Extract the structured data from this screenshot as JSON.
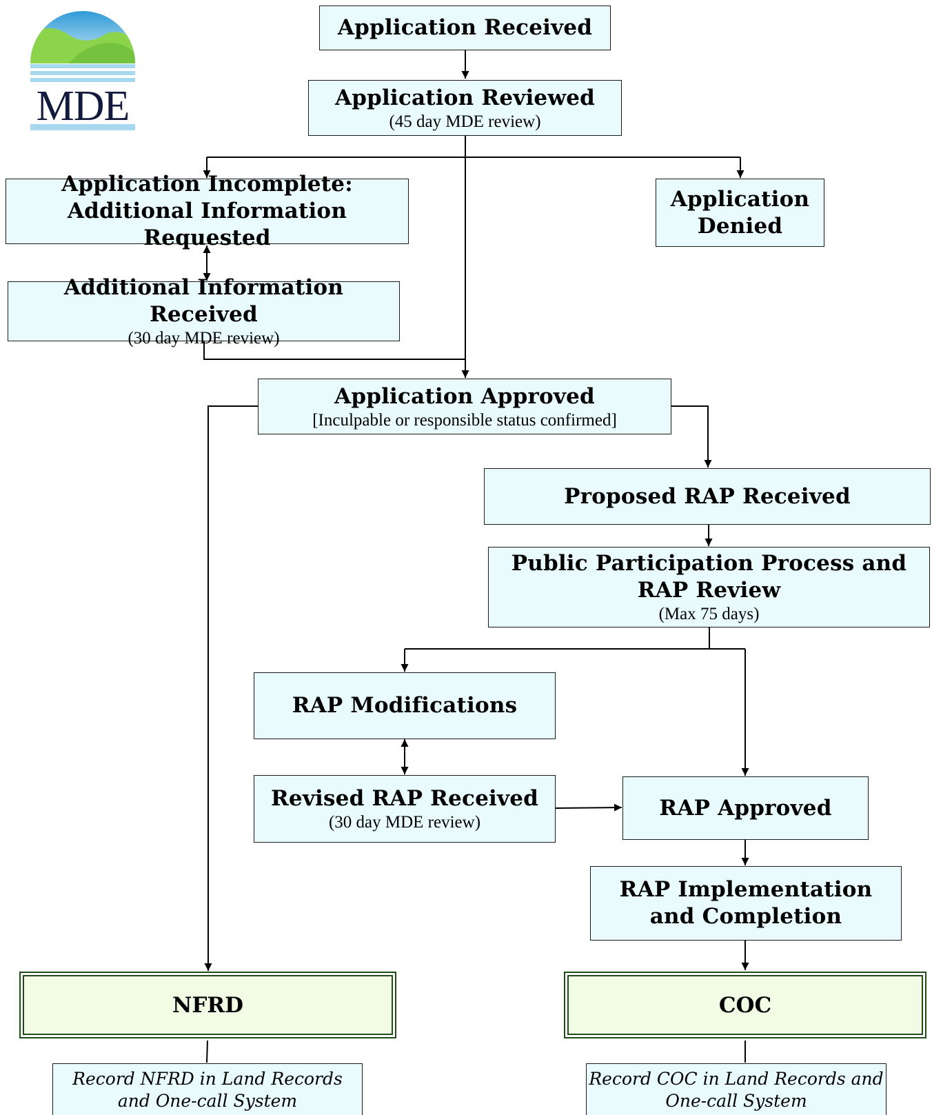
{
  "logo": {
    "text": "MDE",
    "colors": {
      "sky": "#3fa5d8",
      "hills": "#8bd44c",
      "water": "#a8d8ef",
      "text": "#121a3d"
    }
  },
  "nodes": {
    "app_received": {
      "title": "Application Received"
    },
    "app_reviewed": {
      "title": "Application Reviewed",
      "sub": "(45 day MDE review)"
    },
    "app_incomplete": {
      "title_line1": "Application Incomplete:",
      "title_line2": "Additional Information Requested"
    },
    "app_denied": {
      "title_line1": "Application",
      "title_line2": "Denied"
    },
    "addl_info_received": {
      "title": "Additional Information Received",
      "sub": "(30 day MDE review)"
    },
    "app_approved": {
      "title": "Application Approved",
      "sub": "[Inculpable or responsible status confirmed]"
    },
    "proposed_rap": {
      "title": "Proposed RAP Received"
    },
    "public_participation": {
      "title_line1": "Public Participation Process and",
      "title_line2": "RAP Review",
      "sub": "(Max 75 days)"
    },
    "rap_modifications": {
      "title": "RAP Modifications"
    },
    "revised_rap": {
      "title": "Revised RAP Received",
      "sub": "(30 day MDE review)"
    },
    "rap_approved": {
      "title": "RAP Approved"
    },
    "rap_implementation": {
      "title_line1": "RAP Implementation",
      "title_line2": "and Completion"
    },
    "nfrd": {
      "title": "NFRD"
    },
    "coc": {
      "title": "COC"
    },
    "record_nfrd": {
      "line1": "Record NFRD in Land Records",
      "line2": "and One-call System"
    },
    "record_coc": {
      "line1": "Record COC in Land Records and",
      "line2": "One-call System"
    }
  },
  "colors": {
    "box_fill": "#eafbfd",
    "final_fill": "#f2fbe4",
    "final_border": "#1f4d1a",
    "line": "#000000"
  }
}
